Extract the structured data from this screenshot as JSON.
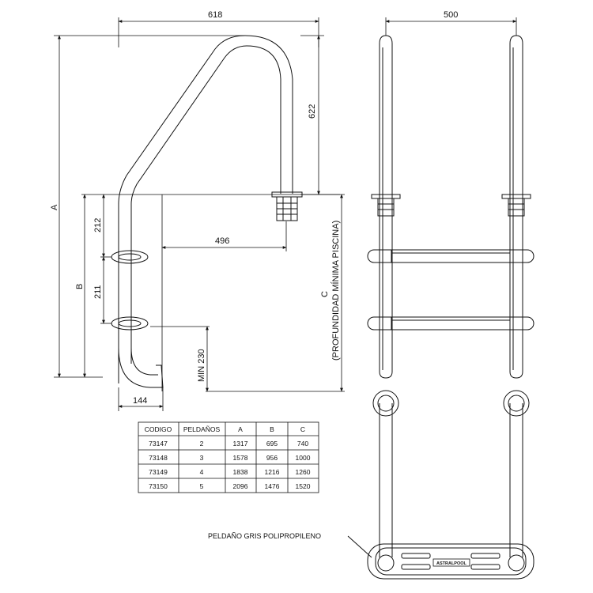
{
  "dimensions": {
    "width_top": "618",
    "height_handrail": "622",
    "front_width": "500",
    "A": "A",
    "B": "B",
    "C": "C",
    "depth_note": "(PROFUNDIDAD MÍNIMA PISCINA)",
    "step_spacing_1": "212",
    "step_spacing_2": "211",
    "offset": "496",
    "min_depth": "MIN 230",
    "foot_offset": "144"
  },
  "step_label": "PELDAÑO GRIS POLIPROPILENO",
  "brand_mark": "ASTRALPOOL",
  "table": {
    "headers": [
      "CODIGO",
      "PELDAÑOS",
      "A",
      "B",
      "C"
    ],
    "rows": [
      [
        "73147",
        "2",
        "1317",
        "695",
        "740"
      ],
      [
        "73148",
        "3",
        "1578",
        "956",
        "1000"
      ],
      [
        "73149",
        "4",
        "1838",
        "1216",
        "1260"
      ],
      [
        "73150",
        "5",
        "2096",
        "1476",
        "1520"
      ]
    ]
  }
}
